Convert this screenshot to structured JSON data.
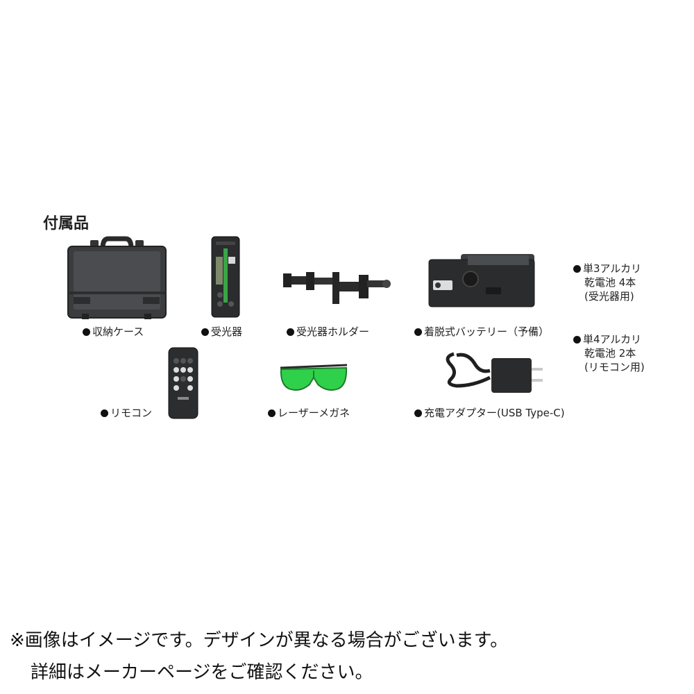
{
  "title": "付属品",
  "items": [
    {
      "id": "case",
      "label": "収納ケース"
    },
    {
      "id": "receiver",
      "label": "受光器"
    },
    {
      "id": "receiver_holder",
      "label": "受光器ホルダー"
    },
    {
      "id": "battery",
      "label": "着脱式バッテリー（予備）"
    },
    {
      "id": "remote",
      "label": "リモコン"
    },
    {
      "id": "glasses",
      "label": "レーザーメガネ"
    },
    {
      "id": "adapter",
      "label": "充電アダプター(USB Type-C)"
    }
  ],
  "notes": [
    {
      "line1": "単3アルカリ",
      "line2": "乾電池 4本",
      "line3": "(受光器用)"
    },
    {
      "line1": "単4アルカリ",
      "line2": "乾電池 2本",
      "line3": "(リモコン用)"
    }
  ],
  "disclaimer": {
    "line1": "※画像はイメージです。デザインが異なる場合がございます。",
    "line2": "詳細はメーカーページをご確認ください。"
  },
  "colors": {
    "background": "#ffffff",
    "product_dark": "#2b2d2e",
    "lens_green": "#2fd04a"
  }
}
